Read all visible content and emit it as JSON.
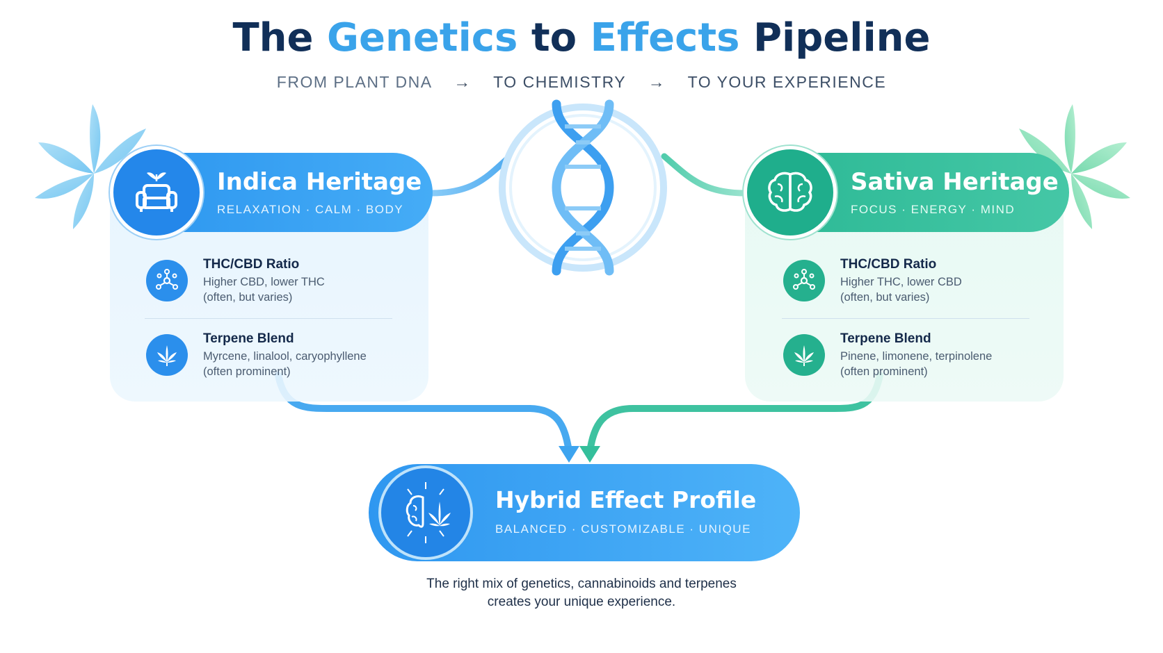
{
  "title": {
    "part1": "The",
    "part2": "Genetics",
    "part3": "to",
    "part4": "Effects",
    "part5": "Pipeline"
  },
  "subtitle": {
    "step1": "FROM PLANT DNA",
    "step2": "TO CHEMISTRY",
    "step3": "TO YOUR EXPERIENCE",
    "arrow": "→"
  },
  "indica": {
    "title": "Indica Heritage",
    "tags": "RELAXATION  ·  CALM  ·  BODY",
    "icon": "sofa-icon",
    "ratio_title": "THC/CBD Ratio",
    "ratio_line1": "Higher CBD, lower THC",
    "ratio_line2": "(often, but varies)",
    "terpene_title": "Terpene Blend",
    "terpene_line1": "Myrcene, linalool, caryophyllene",
    "terpene_line2": "(often prominent)"
  },
  "sativa": {
    "title": "Sativa Heritage",
    "tags": "FOCUS  ·  ENERGY  ·  MIND",
    "icon": "brain-icon",
    "ratio_title": "THC/CBD Ratio",
    "ratio_line1": "Higher THC, lower CBD",
    "ratio_line2": "(often, but varies)",
    "terpene_title": "Terpene Blend",
    "terpene_line1": "Pinene, limonene, terpinolene",
    "terpene_line2": "(often prominent)"
  },
  "hybrid": {
    "title": "Hybrid Effect Profile",
    "tags": "BALANCED  ·  CUSTOMIZABLE  ·  UNIQUE"
  },
  "footer": {
    "line1": "The right mix of genetics, cannabinoids and terpenes",
    "line2": "creates your unique experience."
  },
  "colors": {
    "indica": "#2b95ef",
    "sativa": "#2ab894",
    "title_dark": "#112f58",
    "title_accent": "#3aa3ea"
  }
}
